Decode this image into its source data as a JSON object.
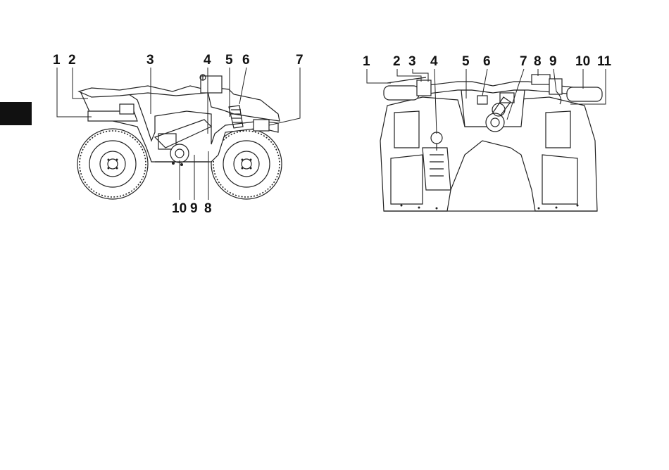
{
  "left_figure": {
    "callouts": [
      "1",
      "2",
      "3",
      "4",
      "5",
      "6",
      "7",
      "10",
      "9",
      "8"
    ]
  },
  "right_figure": {
    "callouts": [
      "1",
      "2",
      "3",
      "4",
      "5",
      "6",
      "7",
      "8",
      "9",
      "10",
      "11"
    ]
  },
  "colors": {
    "ink": "#111111",
    "paper": "#ffffff",
    "tab": "#111111"
  }
}
